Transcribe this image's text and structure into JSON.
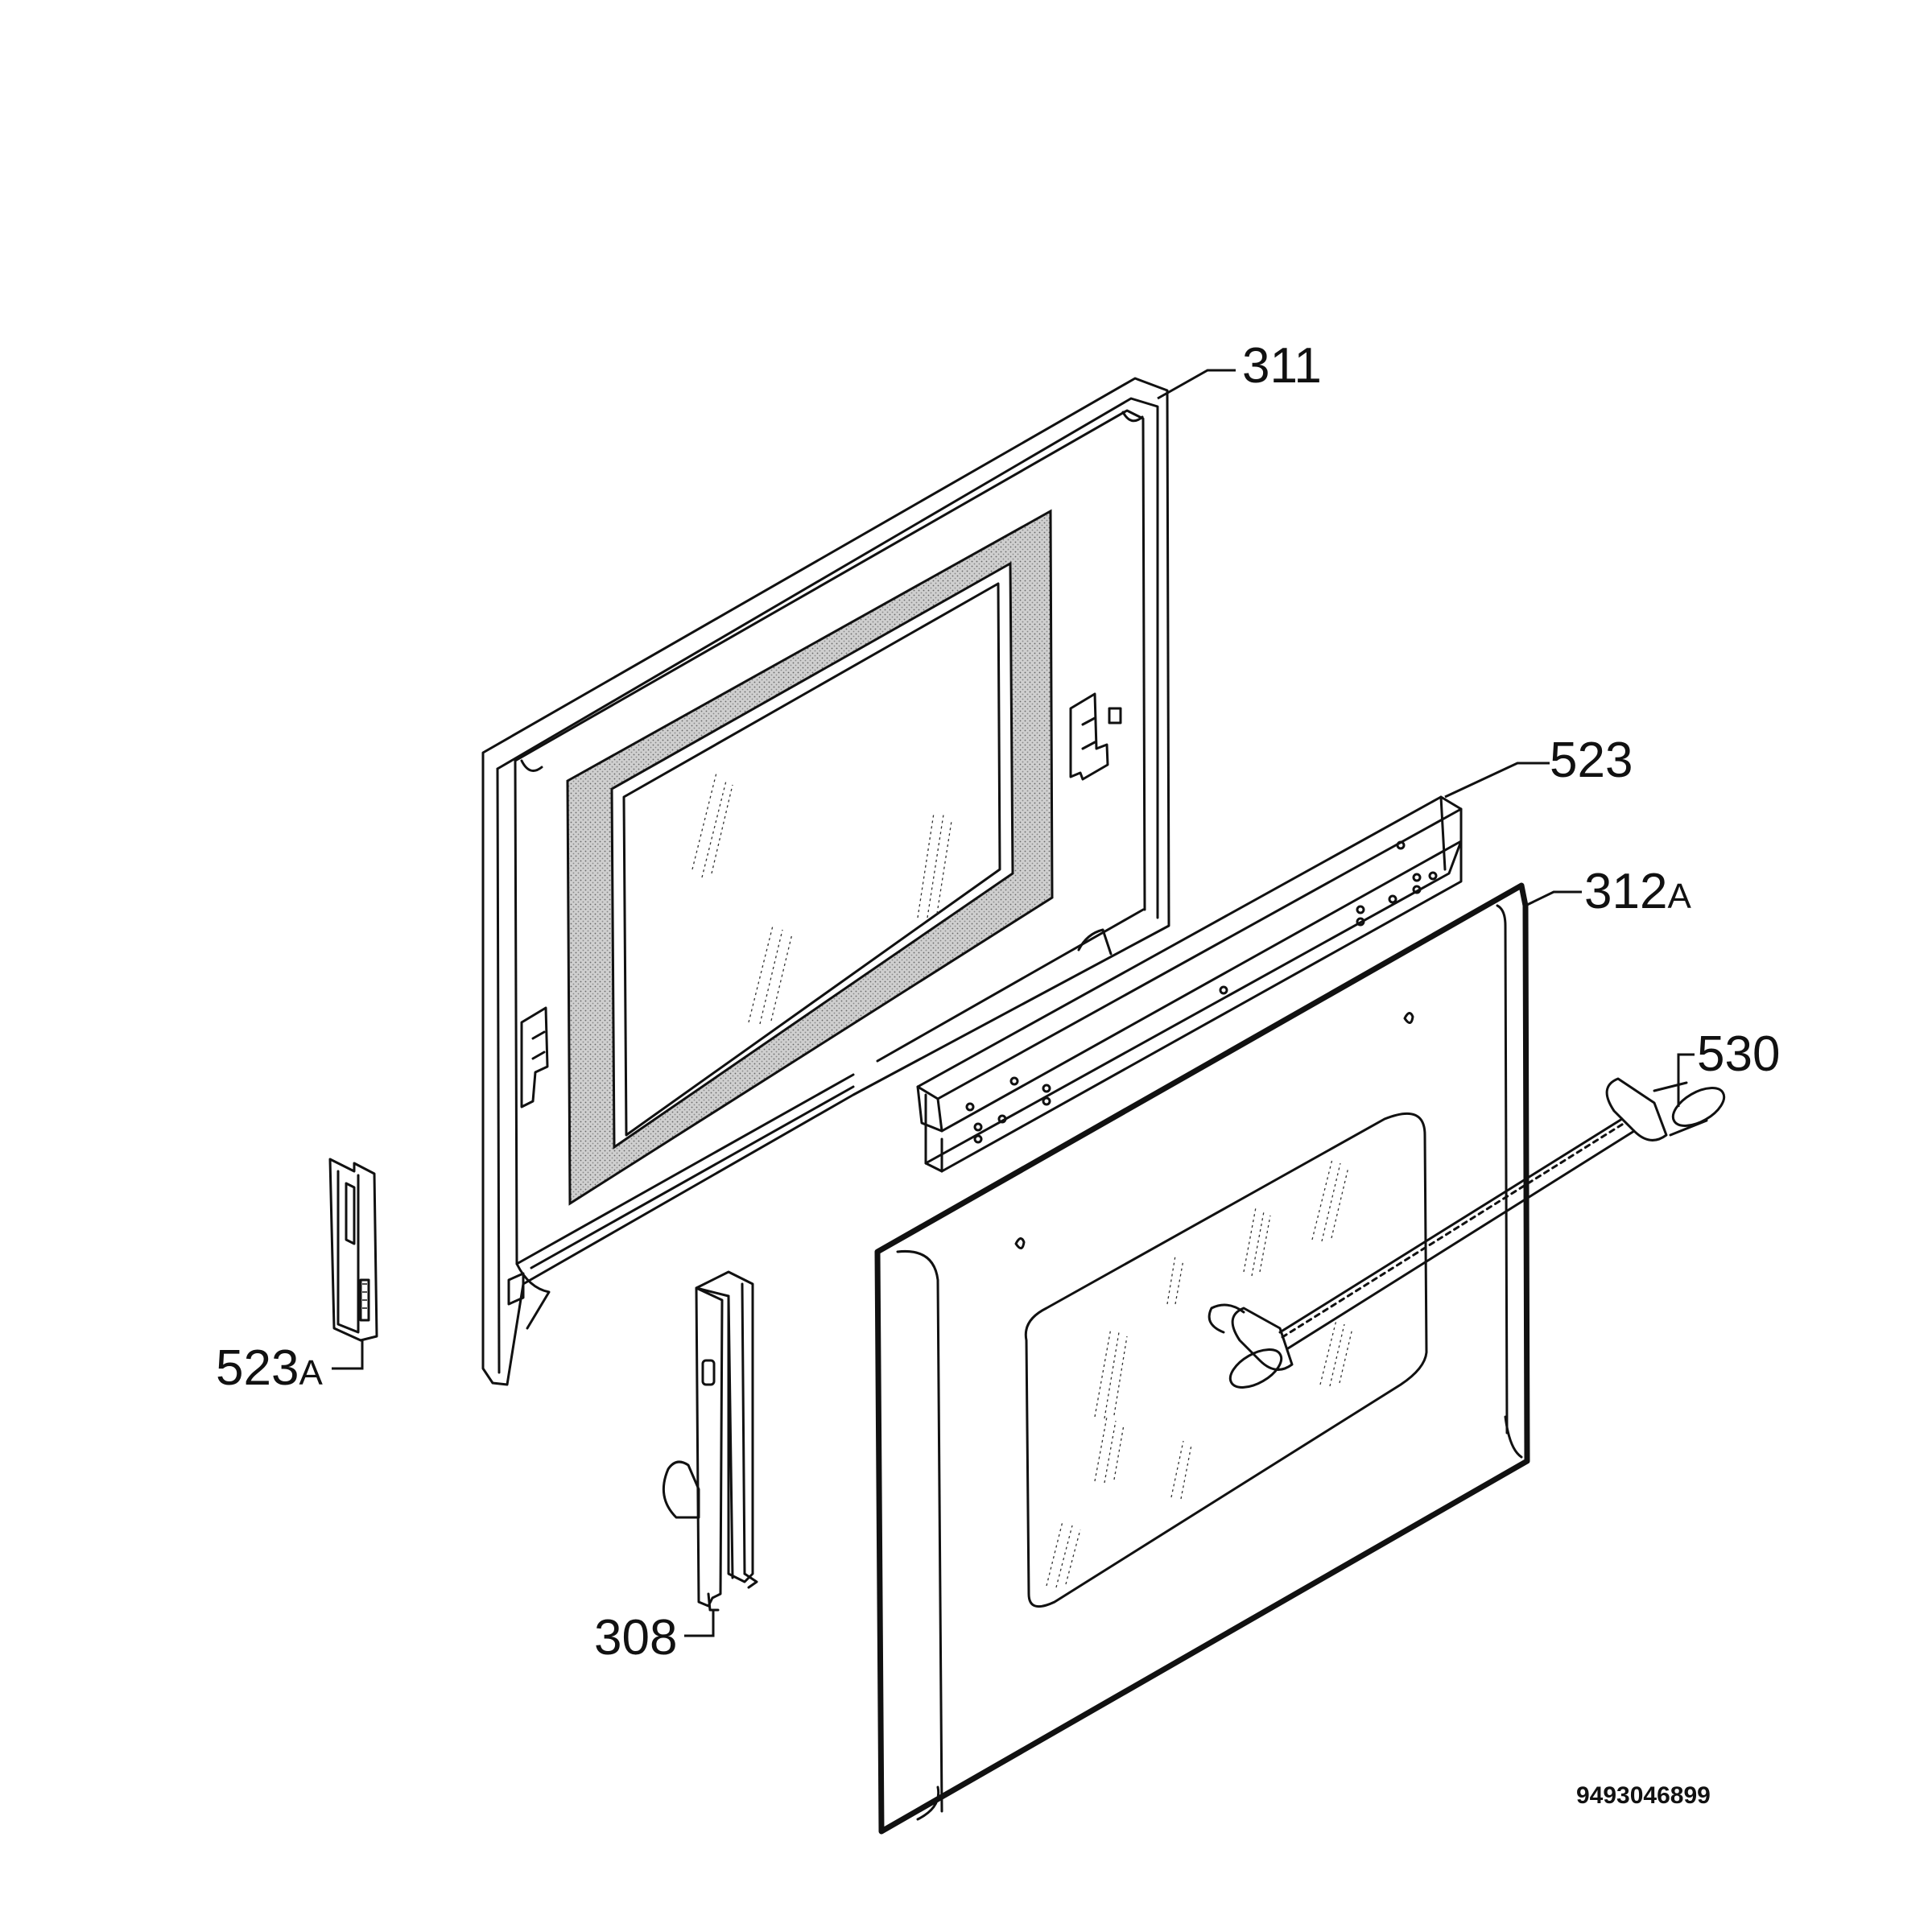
{
  "labels": {
    "part_311": "311",
    "part_523": "523",
    "part_312a_num": "312",
    "part_312a_suffix": "A",
    "part_530": "530",
    "part_523a_num": "523",
    "part_523a_suffix": "A",
    "part_308": "308"
  },
  "document_number": "9493046899"
}
